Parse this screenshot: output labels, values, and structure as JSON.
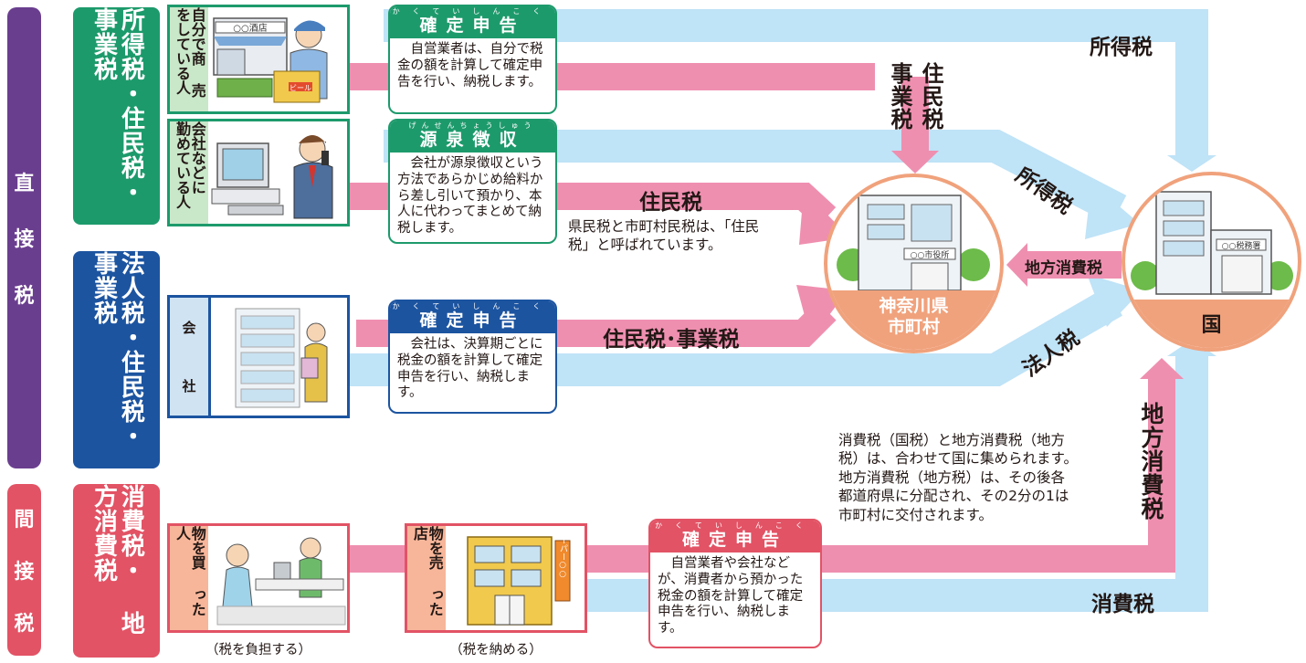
{
  "sidebar": {
    "direct": [
      "直",
      "接",
      "税"
    ],
    "indirect": [
      "間",
      "接",
      "税"
    ]
  },
  "categories": {
    "income": {
      "line1": "所得税・住民税・",
      "line2": "事業税"
    },
    "corporate": {
      "line1": "法人税・住民税・",
      "line2": "事業税"
    },
    "consumption": {
      "line1": "消費税・",
      "line2": "地方消費税"
    }
  },
  "actors": {
    "self_employed": {
      "label_a": "自分で商",
      "label_b": "売をしている人",
      "shop_sign": "○○酒店",
      "box_sign": "ビール"
    },
    "employee": {
      "label_a": "会社などに",
      "label_b": "勤めている人"
    },
    "company": {
      "label_a": "会",
      "label_b": "社"
    },
    "buyer": {
      "label_a": "物を買",
      "label_b": "った人",
      "caption": "（税を負担する）"
    },
    "seller": {
      "label_a": "物を売",
      "label_b": "った店",
      "caption": "（税を納める）",
      "sign": "スーパー○○"
    }
  },
  "procedures": {
    "p1": {
      "title": "確定申告",
      "reading": "かくていしんこく",
      "body": "自営業者は、自分で税金の額を計算して確定申告を行い、納税します。"
    },
    "p2": {
      "title": "源泉徴収",
      "reading": "げんせんちょうしゅう",
      "body": "会社が源泉徴収という方法であらかじめ給料から差し引いて預かり、本人に代わってまとめて納税します。"
    },
    "p3": {
      "title": "確定申告",
      "reading": "かくていしんこく",
      "body": "会社は、決算期ごとに税金の額を計算して確定申告を行い、納税します。"
    },
    "p4": {
      "title": "確定申告",
      "reading": "かくていしんこく",
      "body": "自営業者や会社などが、消費者から預かった税金の額を計算して確定申告を行い、納税します。"
    }
  },
  "flows": {
    "income_tax_top": "所得税",
    "juminzei_col1": "住民税",
    "jigyozei_col2": "事業税",
    "juminzei": "住民税",
    "income_tax_diag": "所得税",
    "juminzei_jigyozei": "住民税･事業税",
    "local_consumption": "地方消費税",
    "corporate_tax": "法人税",
    "local_consumption_vertical": "地方消費税",
    "consumption_tax": "消費税"
  },
  "notes": {
    "juminzei_note": "県民税と市町村民税は、「住民税」と呼ばれています。",
    "consumption_note": "消費税（国税）と地方消費税（地方税）は、合わせて国に集められます。地方消費税（地方税）は、その後各都道府県に分配され、その2分の1は市町村に交付されます。"
  },
  "destinations": {
    "local": {
      "line1": "神奈川県",
      "line2": "市町村",
      "sign": "○○市役所"
    },
    "national": {
      "label": "国",
      "sign": "○○税務署"
    }
  },
  "colors": {
    "purple": "#6a3e8f",
    "green": "#1d9a6c",
    "blue": "#1c54a0",
    "red": "#e25365",
    "pink": "#ef8fb0",
    "lightblue": "#bfe3f7",
    "salmon": "#f0a27c"
  }
}
